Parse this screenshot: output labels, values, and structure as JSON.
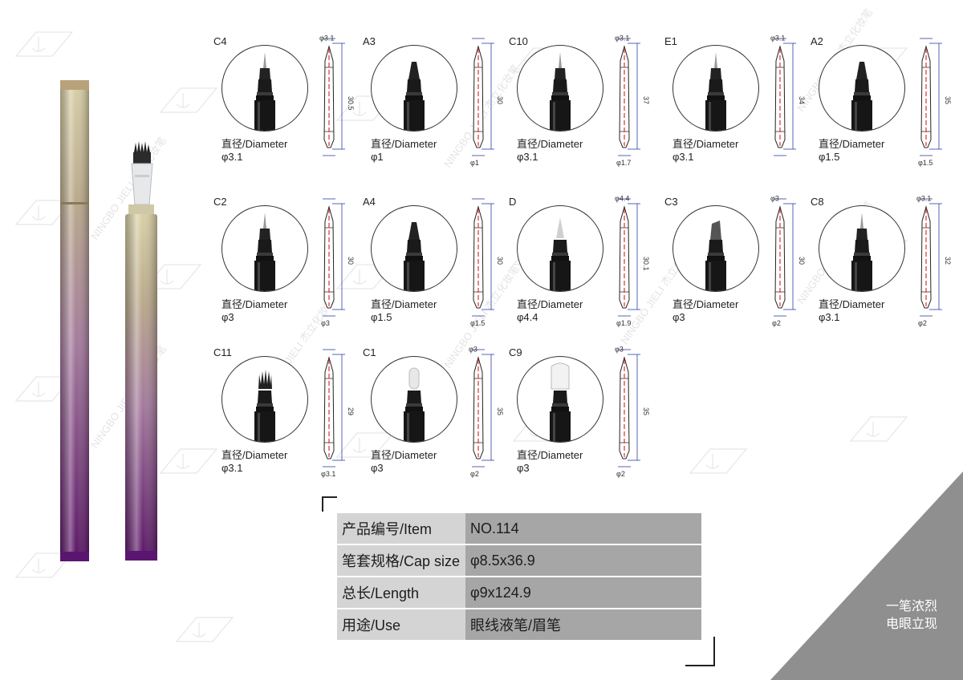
{
  "watermark": {
    "brand": "NINGBO JIELI",
    "cn": "杰立化妆笔"
  },
  "products": [
    {
      "code": "C4",
      "label": "直径/Diameter",
      "diameter": "φ3.1",
      "top_dim": "φ3.1",
      "length": "30.5",
      "bottom_dim": "",
      "tip": "brush"
    },
    {
      "code": "A3",
      "label": "直径/Diameter",
      "diameter": "φ1",
      "top_dim": "",
      "length": "30",
      "bottom_dim": "φ1",
      "tip": "felt"
    },
    {
      "code": "C10",
      "label": "直径/Diameter",
      "diameter": "φ3.1",
      "top_dim": "φ3.1",
      "length": "37",
      "bottom_dim": "φ1.7",
      "tip": "brush"
    },
    {
      "code": "E1",
      "label": "直径/Diameter",
      "diameter": "φ3.1",
      "top_dim": "φ3.1",
      "length": "34",
      "bottom_dim": "",
      "tip": "brush"
    },
    {
      "code": "A2",
      "label": "直径/Diameter",
      "diameter": "φ1.5",
      "top_dim": "",
      "length": "35",
      "bottom_dim": "φ1.5",
      "tip": "felt"
    },
    {
      "code": "C2",
      "label": "直径/Diameter",
      "diameter": "φ3",
      "top_dim": "",
      "length": "30",
      "bottom_dim": "φ3",
      "tip": "brush"
    },
    {
      "code": "A4",
      "label": "直径/Diameter",
      "diameter": "φ1.5",
      "top_dim": "",
      "length": "30",
      "bottom_dim": "φ1.5",
      "tip": "felt"
    },
    {
      "code": "D",
      "label": "直径/Diameter",
      "diameter": "φ4.4",
      "top_dim": "φ4.4",
      "length": "30.1",
      "bottom_dim": "φ1.9",
      "tip": "soft"
    },
    {
      "code": "C3",
      "label": "直径/Diameter",
      "diameter": "φ3",
      "top_dim": "φ3",
      "length": "30",
      "bottom_dim": "φ2",
      "tip": "chisel"
    },
    {
      "code": "C8",
      "label": "直径/Diameter",
      "diameter": "φ3.1",
      "top_dim": "φ3.1",
      "length": "32",
      "bottom_dim": "φ2",
      "tip": "brush"
    },
    {
      "code": "C11",
      "label": "直径/Diameter",
      "diameter": "φ3.1",
      "top_dim": "",
      "length": "29",
      "bottom_dim": "φ3.1",
      "tip": "fork"
    },
    {
      "code": "C1",
      "label": "直径/Diameter",
      "diameter": "φ3",
      "top_dim": "φ3",
      "length": "35",
      "bottom_dim": "φ2",
      "tip": "white"
    },
    {
      "code": "C9",
      "label": "直径/Diameter",
      "diameter": "φ3",
      "top_dim": "φ3",
      "length": "35",
      "bottom_dim": "φ2",
      "tip": "fat"
    }
  ],
  "spec": [
    {
      "key": "产品编号/Item",
      "value": "NO.114"
    },
    {
      "key": "笔套规格/Cap size",
      "value": "φ8.5x36.9"
    },
    {
      "key": "总长/Length",
      "value": "φ9x124.9"
    },
    {
      "key": "用途/Use",
      "value": "眼线液笔/眉笔"
    }
  ],
  "slogan": {
    "line1": "一笔浓烈",
    "line2": "电眼立现"
  },
  "colors": {
    "pen_top": "#c9b98a",
    "pen_bottom": "#6a1a6e",
    "accent_red": "#e03030",
    "dim_blue": "#2a3fa8"
  }
}
